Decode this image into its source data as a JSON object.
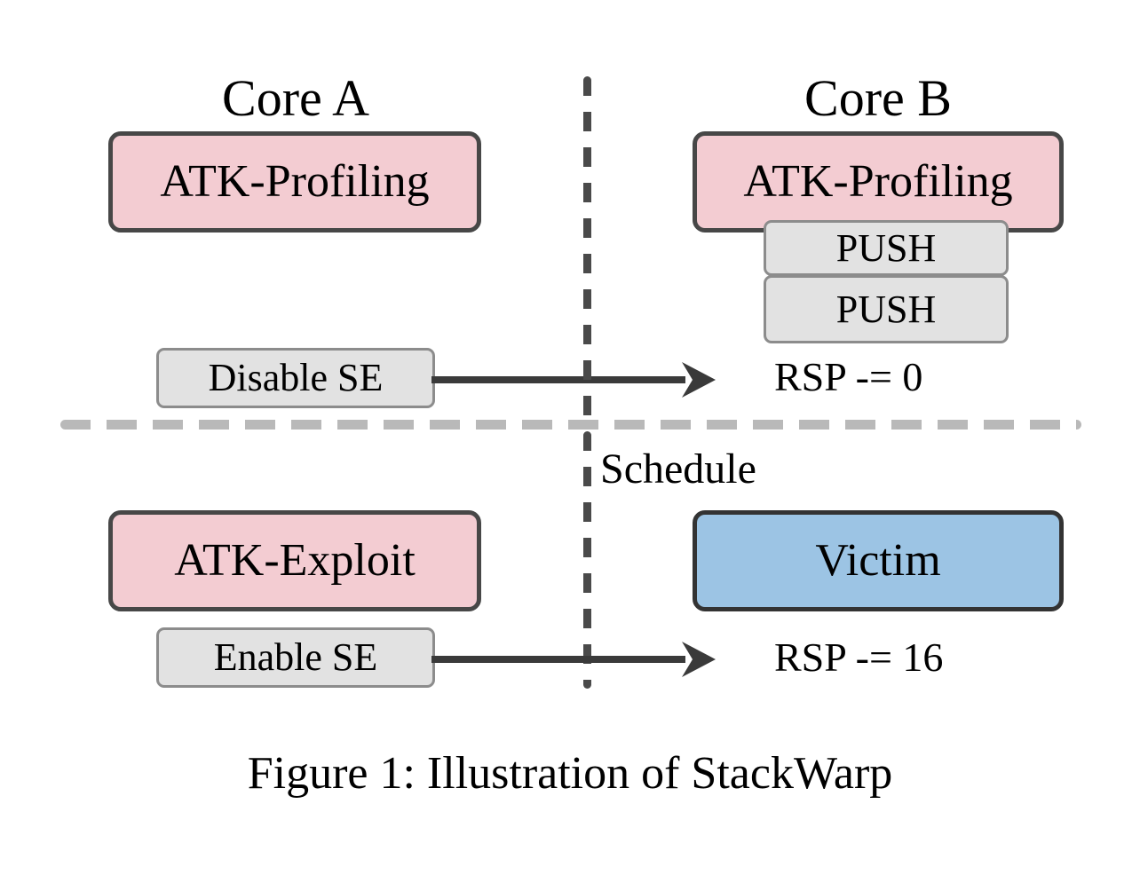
{
  "figure": {
    "caption": "Figure 1: Illustration of StackWarp",
    "columns": {
      "left_label": "Core A",
      "right_label": "Core B"
    },
    "divider_label": "Schedule",
    "phase_top": {
      "left_process": "ATK-Profiling",
      "left_action": "Disable SE",
      "right_process": "ATK-Profiling",
      "right_stack_ops": [
        "PUSH",
        "PUSH"
      ],
      "right_result": "RSP -= 0"
    },
    "phase_bottom": {
      "left_process": "ATK-Exploit",
      "left_action": "Enable SE",
      "right_process": "Victim",
      "right_result": "RSP -= 16"
    },
    "colors": {
      "attacker_fill": "#f3ccd2",
      "attacker_border": "#474747",
      "victim_fill": "#9cc4e4",
      "victim_border": "#333333",
      "action_fill": "#e2e2e2",
      "action_border": "#8c8c8c",
      "vertical_divider": "#4a4a4a",
      "horizontal_divider": "#b9b9b9",
      "arrow": "#3a3a3a",
      "text": "#000000",
      "background": "#ffffff"
    }
  }
}
